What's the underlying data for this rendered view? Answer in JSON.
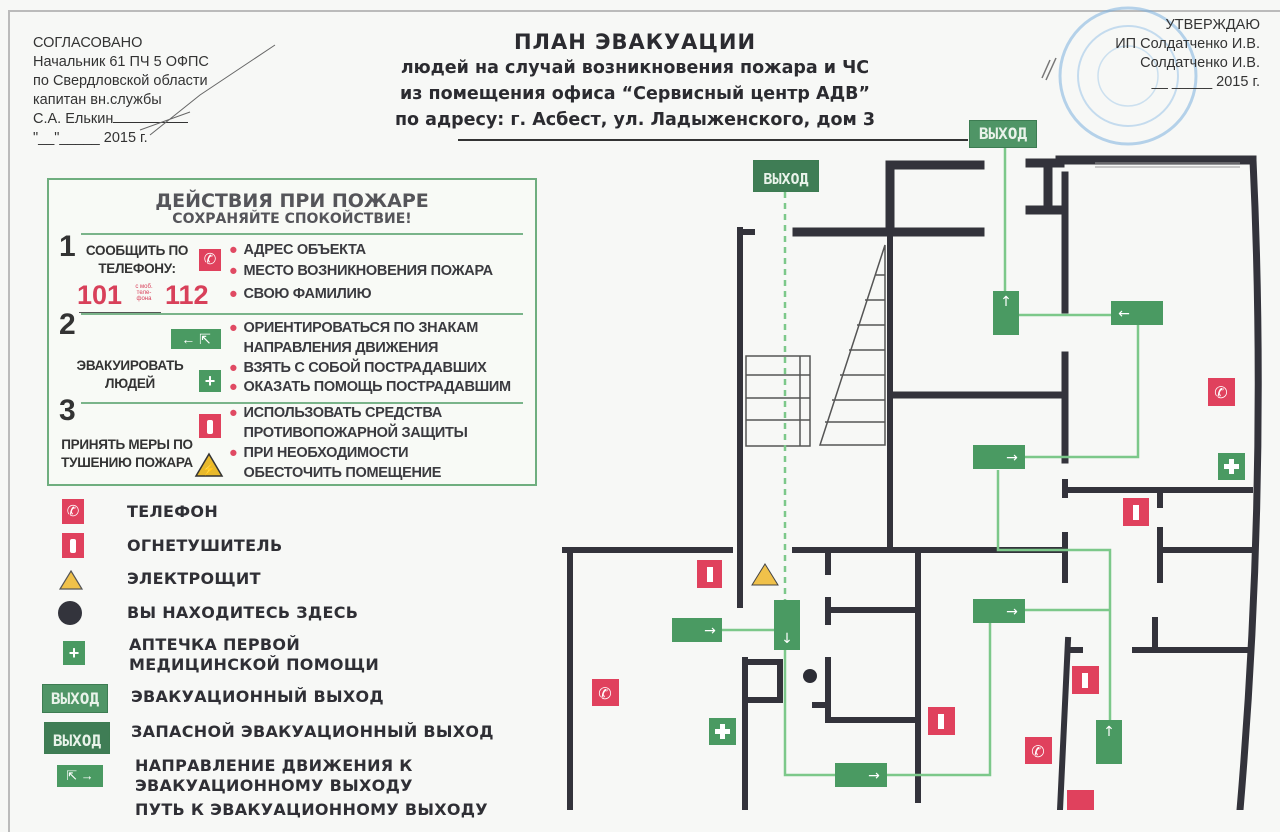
{
  "approval_left": {
    "heading": "СОГЛАСОВАНО",
    "line1": "Начальник 61 ПЧ 5 ОФПС",
    "line2": "по Свердловской области",
    "line3": "капитан вн.службы",
    "line4": "С.А. Елькин",
    "date": "\"__\"_____ 2015 г."
  },
  "approval_right": {
    "heading": "УТВЕРЖДАЮ",
    "line1": "ИП Солдатченко И.В.",
    "line2": "Солдатченко И.В.",
    "date": "__ _____ 2015 г."
  },
  "title": {
    "main": "ПЛАН ЭВАКУАЦИИ",
    "line1": "людей на случай возникновения пожара и ЧС",
    "line2": "из помещения офиса “Сервисный центр АДВ”",
    "line3": "по адресу: г. Асбест, ул. Ладыженского, дом 3"
  },
  "actions": {
    "heading": "ДЕЙСТВИЯ ПРИ ПОЖАРЕ",
    "subheading": "СОХРАНЯЙТЕ СПОКОЙСТВИЕ!",
    "steps": [
      {
        "number": "1",
        "label": "СООБЩИТЬ ПО ТЕЛЕФОНУ:",
        "phone1": "101",
        "mobile_note": "с моб. теле- фона",
        "phone2": "112",
        "bullets": [
          "АДРЕС ОБЪЕКТА",
          "МЕСТО ВОЗНИКНОВЕНИЯ ПОЖАРА",
          "СВОЮ ФАМИЛИЮ"
        ]
      },
      {
        "number": "2",
        "label": "ЭВАКУИРОВАТЬ ЛЮДЕЙ",
        "bullets": [
          "ОРИЕНТИРОВАТЬСЯ ПО ЗНАКАМ НАПРАВЛЕНИЯ ДВИЖЕНИЯ",
          "ВЗЯТЬ С СОБОЙ ПОСТРАДАВШИХ",
          "ОКАЗАТЬ ПОМОЩЬ ПОСТРАДАВШИМ"
        ]
      },
      {
        "number": "3",
        "label": "ПРИНЯТЬ МЕРЫ ПО ТУШЕНИЮ ПОЖАРА",
        "bullets": [
          "ИСПОЛЬЗОВАТЬ СРЕДСТВА ПРОТИВОПОЖАРНОЙ ЗАЩИТЫ",
          "ПРИ НЕОБХОДИМОСТИ ОБЕСТОЧИТЬ ПОМЕЩЕНИЕ"
        ]
      }
    ]
  },
  "legend": [
    {
      "icon": "phone-icon",
      "label": "ТЕЛЕФОН"
    },
    {
      "icon": "fire-extinguisher-icon",
      "label": "ОГНЕТУШИТЕЛЬ"
    },
    {
      "icon": "electrical-panel-icon",
      "label": "ЭЛЕКТРОЩИТ"
    },
    {
      "icon": "you-are-here-icon",
      "label": "ВЫ НАХОДИТЕСЬ ЗДЕСЬ"
    },
    {
      "icon": "first-aid-icon",
      "label": "АПТЕЧКА ПЕРВОЙ МЕДИЦИНСКОЙ ПОМОЩИ"
    },
    {
      "icon": "exit-sign-icon",
      "label": "ЭВАКУАЦИОННЫЙ ВЫХОД",
      "sign_text": "ВЫХОД"
    },
    {
      "icon": "emergency-exit-sign-icon",
      "label": "ЗАПАСНОЙ ЭВАКУАЦИОННЫЙ ВЫХОД",
      "sign_text": "ВЫХОД"
    },
    {
      "icon": "direction-sign-icon",
      "label": "НАПРАВЛЕНИЕ ДВИЖЕНИЯ К ЭВАКУАЦИОННОМУ ВЫХОДУ"
    },
    {
      "icon": "path-line-icon",
      "label": "ПУТЬ К ЭВАКУАЦИОННОМУ ВЫХОДУ"
    }
  ],
  "plan": {
    "main_exit_label": "ВЫХОД",
    "emergency_exit_label": "ВЫХОД"
  },
  "colors": {
    "green": "#4f9566",
    "red": "#e0415d",
    "wall": "#2f2f38",
    "path": "#7cc88a"
  }
}
